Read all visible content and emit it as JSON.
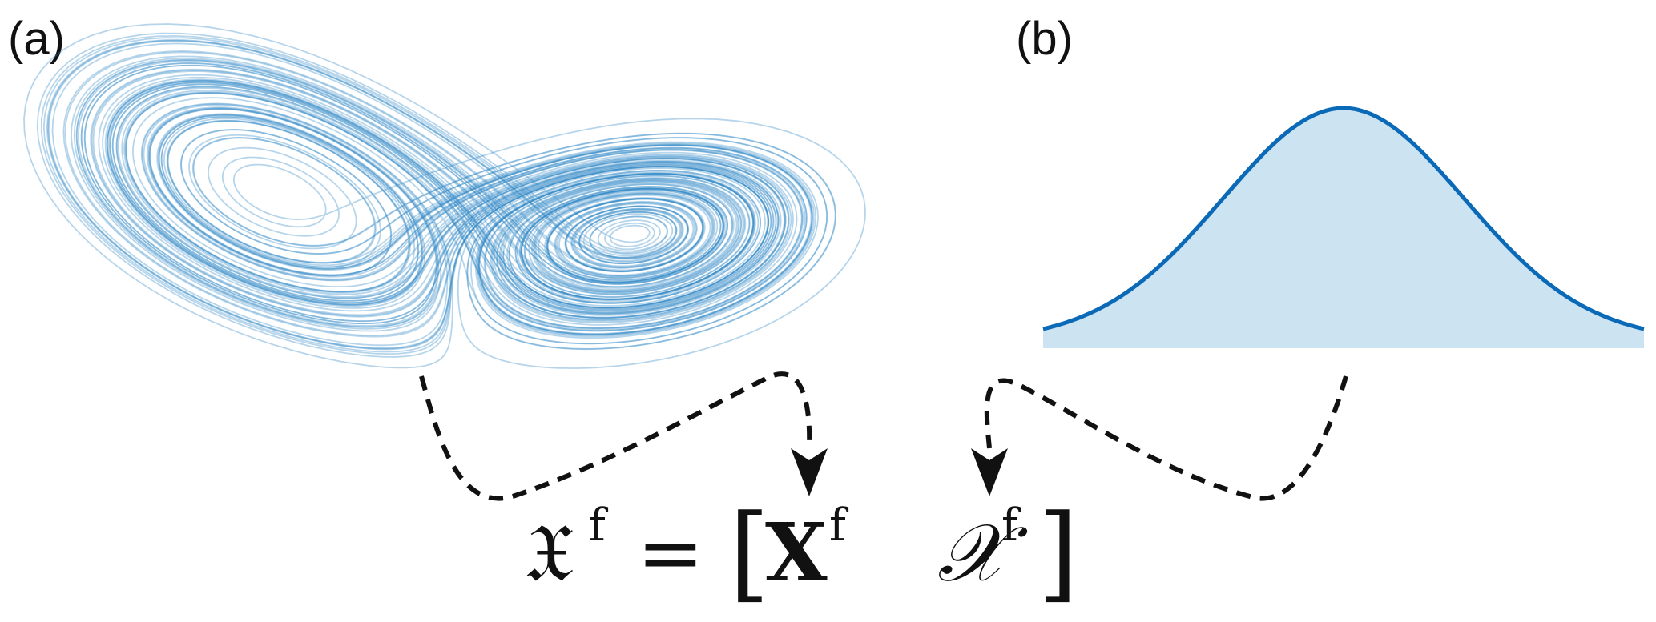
{
  "panels": {
    "a": {
      "label": "(a)"
    },
    "b": {
      "label": "(b)"
    }
  },
  "equation": {
    "lhs_symbol": "𝔛",
    "lhs_superscript": "f",
    "equals": "=",
    "open_bracket": "[",
    "term1_symbol": "X",
    "term1_superscript": "f",
    "term2_symbol": "𝒳",
    "term2_superscript": "f",
    "close_bracket": "]"
  },
  "colors": {
    "attractor": "#2f86c6",
    "curve": "#0a6ab8",
    "fill": "#cce3f2",
    "arrow": "#111111"
  }
}
